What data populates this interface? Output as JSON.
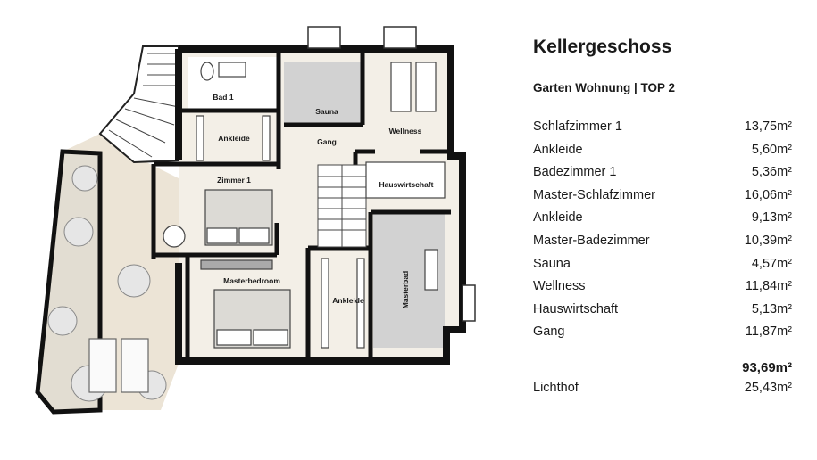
{
  "heading": "Kellergeschoss",
  "subheading": "Garten Wohnung | TOP 2",
  "rooms": [
    {
      "name": "Schlafzimmer 1",
      "area": "13,75m²"
    },
    {
      "name": "Ankleide",
      "area": "5,60m²"
    },
    {
      "name": "Badezimmer 1",
      "area": "5,36m²"
    },
    {
      "name": "Master-Schlafzimmer",
      "area": "16,06m²"
    },
    {
      "name": "Ankleide",
      "area": "9,13m²"
    },
    {
      "name": "Master-Badezimmer",
      "area": "10,39m²"
    },
    {
      "name": "Sauna",
      "area": "4,57m²"
    },
    {
      "name": "Wellness",
      "area": "11,84m²"
    },
    {
      "name": "Hauswirtschaft",
      "area": "5,13m²"
    },
    {
      "name": "Gang",
      "area": "11,87m²"
    }
  ],
  "total": "93,69m²",
  "lichthof": {
    "name": "Lichthof",
    "area": "25,43m²"
  },
  "plan_labels": {
    "bad1": "Bad 1",
    "ankleide1": "Ankleide",
    "zimmer1": "Zimmer 1",
    "sauna": "Sauna",
    "gang": "Gang",
    "wellness": "Wellness",
    "hauswirtschaft": "Hauswirtschaft",
    "masterbedroom": "Masterbedroom",
    "ankleide2": "Ankleide",
    "masterbad": "Masterbad"
  },
  "colors": {
    "wall": "#111111",
    "floor": "#f3efe7",
    "terrace": "#ece4d6",
    "tile": "#d2d2d2"
  }
}
